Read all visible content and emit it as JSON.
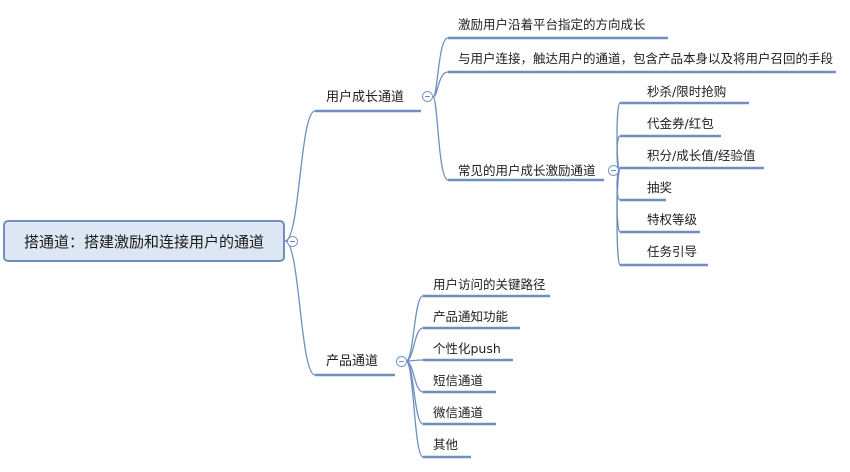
{
  "root": {
    "label": "搭通道：搭建激励和连接用户的通道"
  },
  "branches": [
    {
      "label": "用户成长通道",
      "children": [
        {
          "label": "激励用户沿着平台指定的方向成长"
        },
        {
          "label": "与用户连接，触达用户的通道，包含产品本身以及将用户召回的手段"
        },
        {
          "label": "常见的用户成长激励通道",
          "children": [
            {
              "label": "秒杀/限时抢购"
            },
            {
              "label": "代金券/红包"
            },
            {
              "label": "积分/成长值/经验值"
            },
            {
              "label": "抽奖"
            },
            {
              "label": "特权等级"
            },
            {
              "label": "任务引导"
            }
          ]
        }
      ]
    },
    {
      "label": "产品通道",
      "children": [
        {
          "label": "用户访问的关键路径"
        },
        {
          "label": "产品通知功能"
        },
        {
          "label": "个性化push"
        },
        {
          "label": "短信通道"
        },
        {
          "label": "微信通道"
        },
        {
          "label": "其他"
        }
      ]
    }
  ],
  "style": {
    "line_color": "#6f8fbf",
    "root_fill": "#dde6f3",
    "text_color": "#1e1e1e"
  }
}
